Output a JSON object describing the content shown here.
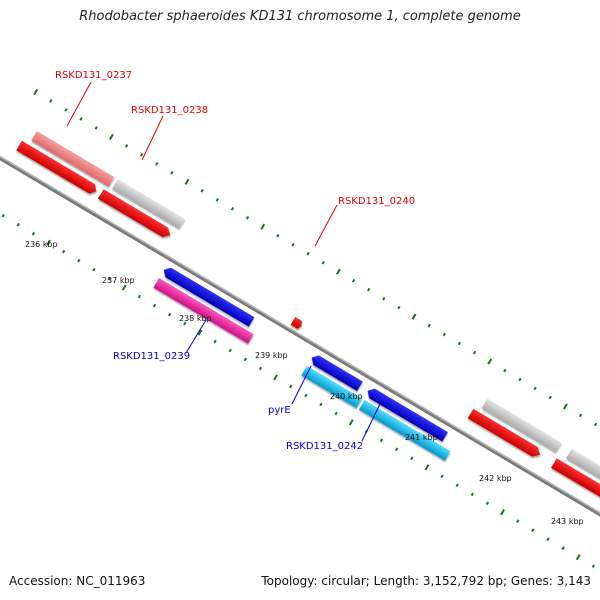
{
  "title": "Rhodobacter sphaeroides KD131 chromosome 1, complete genome",
  "accession_label": "Accession: NC_011963",
  "summary_label": "Topology: circular; Length: 3,152,792 bp; Genes: 3,143",
  "colors": {
    "strand_red": "#ee0000",
    "strand_red_light": "#f08080",
    "gray_box": "#c8c8c8",
    "blue": "#0000dd",
    "magenta": "#ee2299",
    "cyan": "#11bbee",
    "label_red": "#dd0000",
    "label_blue": "#0000cc",
    "tick_green": "#117711",
    "backbone": "#808080"
  },
  "kbp_labels": [
    "236 kbp",
    "237 kbp",
    "238 kbp",
    "239 kbp",
    "240 kbp",
    "241 kbp",
    "242 kbp",
    "243 kbp"
  ],
  "gene_labels": [
    {
      "name": "RSKD131_0237",
      "strand": "top"
    },
    {
      "name": "RSKD131_0238",
      "strand": "top"
    },
    {
      "name": "RSKD131_0240",
      "strand": "top"
    },
    {
      "name": "RSKD131_0239",
      "strand": "bottom"
    },
    {
      "name": "pyrE",
      "strand": "bottom"
    },
    {
      "name": "RSKD131_0242",
      "strand": "bottom"
    }
  ]
}
